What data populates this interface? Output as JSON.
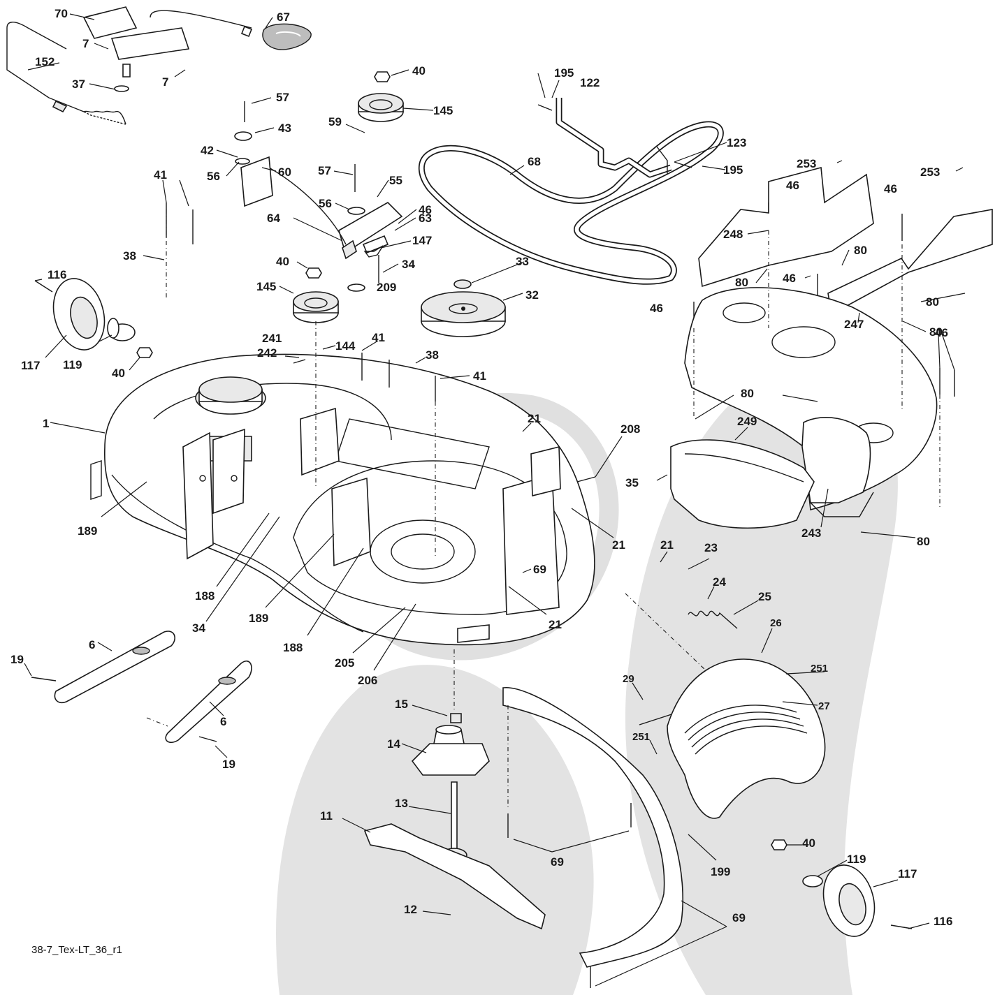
{
  "diagram": {
    "caption": "38-7_Tex-LT_36_r1",
    "callouts": [
      {
        "id": "c70",
        "text": "70"
      },
      {
        "id": "c67",
        "text": "67"
      },
      {
        "id": "c7a",
        "text": "7"
      },
      {
        "id": "c7b",
        "text": "7"
      },
      {
        "id": "c152",
        "text": "152"
      },
      {
        "id": "c37",
        "text": "37"
      },
      {
        "id": "c40a",
        "text": "40"
      },
      {
        "id": "c145a",
        "text": "145"
      },
      {
        "id": "c195a",
        "text": "195"
      },
      {
        "id": "c122",
        "text": "122"
      },
      {
        "id": "c57a",
        "text": "57"
      },
      {
        "id": "c43",
        "text": "43"
      },
      {
        "id": "c59",
        "text": "59"
      },
      {
        "id": "c42",
        "text": "42"
      },
      {
        "id": "c60",
        "text": "60"
      },
      {
        "id": "c56a",
        "text": "56"
      },
      {
        "id": "c57b",
        "text": "57"
      },
      {
        "id": "c68",
        "text": "68"
      },
      {
        "id": "c123",
        "text": "123"
      },
      {
        "id": "c195b",
        "text": "195"
      },
      {
        "id": "c253a",
        "text": "253"
      },
      {
        "id": "c46a",
        "text": "46"
      },
      {
        "id": "c46b",
        "text": "46"
      },
      {
        "id": "c253b",
        "text": "253"
      },
      {
        "id": "c41a",
        "text": "41"
      },
      {
        "id": "c55",
        "text": "55"
      },
      {
        "id": "c46c",
        "text": "46"
      },
      {
        "id": "c56b",
        "text": "56"
      },
      {
        "id": "c63",
        "text": "63"
      },
      {
        "id": "c64",
        "text": "64"
      },
      {
        "id": "c147",
        "text": "147"
      },
      {
        "id": "c38a",
        "text": "38"
      },
      {
        "id": "c40b",
        "text": "40"
      },
      {
        "id": "c34a",
        "text": "34"
      },
      {
        "id": "c33",
        "text": "33"
      },
      {
        "id": "c248",
        "text": "248"
      },
      {
        "id": "c80a",
        "text": "80"
      },
      {
        "id": "c80b",
        "text": "80"
      },
      {
        "id": "c46d",
        "text": "46"
      },
      {
        "id": "c116a",
        "text": "116"
      },
      {
        "id": "c145b",
        "text": "145"
      },
      {
        "id": "c209",
        "text": "209"
      },
      {
        "id": "c32",
        "text": "32"
      },
      {
        "id": "c80c",
        "text": "80"
      },
      {
        "id": "c46e",
        "text": "46"
      },
      {
        "id": "c247",
        "text": "247"
      },
      {
        "id": "c80d",
        "text": "80"
      },
      {
        "id": "c117a",
        "text": "117"
      },
      {
        "id": "c119a",
        "text": "119"
      },
      {
        "id": "c40c",
        "text": "40"
      },
      {
        "id": "c241",
        "text": "241"
      },
      {
        "id": "c144",
        "text": "144"
      },
      {
        "id": "c41b",
        "text": "41"
      },
      {
        "id": "c242",
        "text": "242"
      },
      {
        "id": "c38b",
        "text": "38"
      },
      {
        "id": "c41c",
        "text": "41"
      },
      {
        "id": "c46f",
        "text": "46"
      },
      {
        "id": "c1",
        "text": "1"
      },
      {
        "id": "c80e",
        "text": "80"
      },
      {
        "id": "c21a",
        "text": "21"
      },
      {
        "id": "c208",
        "text": "208"
      },
      {
        "id": "c249",
        "text": "249"
      },
      {
        "id": "c35",
        "text": "35"
      },
      {
        "id": "c189a",
        "text": "189"
      },
      {
        "id": "c21b",
        "text": "21"
      },
      {
        "id": "c243",
        "text": "243"
      },
      {
        "id": "c80f",
        "text": "80"
      },
      {
        "id": "c69a",
        "text": "69"
      },
      {
        "id": "c21c",
        "text": "21"
      },
      {
        "id": "c23",
        "text": "23"
      },
      {
        "id": "c24",
        "text": "24"
      },
      {
        "id": "c188a",
        "text": "188"
      },
      {
        "id": "c25",
        "text": "25"
      },
      {
        "id": "c34b",
        "text": "34"
      },
      {
        "id": "c189b",
        "text": "189"
      },
      {
        "id": "c21d",
        "text": "21"
      },
      {
        "id": "c188b",
        "text": "188"
      },
      {
        "id": "c26",
        "text": "26"
      },
      {
        "id": "c205",
        "text": "205"
      },
      {
        "id": "c251a",
        "text": "251"
      },
      {
        "id": "c6a",
        "text": "6"
      },
      {
        "id": "c19a",
        "text": "19"
      },
      {
        "id": "c206",
        "text": "206"
      },
      {
        "id": "c15",
        "text": "15"
      },
      {
        "id": "c29",
        "text": "29"
      },
      {
        "id": "c27",
        "text": "27"
      },
      {
        "id": "c6b",
        "text": "6"
      },
      {
        "id": "c251b",
        "text": "251"
      },
      {
        "id": "c14",
        "text": "14"
      },
      {
        "id": "c19b",
        "text": "19"
      },
      {
        "id": "c13",
        "text": "13"
      },
      {
        "id": "c11",
        "text": "11"
      },
      {
        "id": "c69b",
        "text": "69"
      },
      {
        "id": "c199",
        "text": "199"
      },
      {
        "id": "c40d",
        "text": "40"
      },
      {
        "id": "c119b",
        "text": "119"
      },
      {
        "id": "c117b",
        "text": "117"
      },
      {
        "id": "c12",
        "text": "12"
      },
      {
        "id": "c116b",
        "text": "116"
      },
      {
        "id": "c69c",
        "text": "69"
      }
    ]
  }
}
